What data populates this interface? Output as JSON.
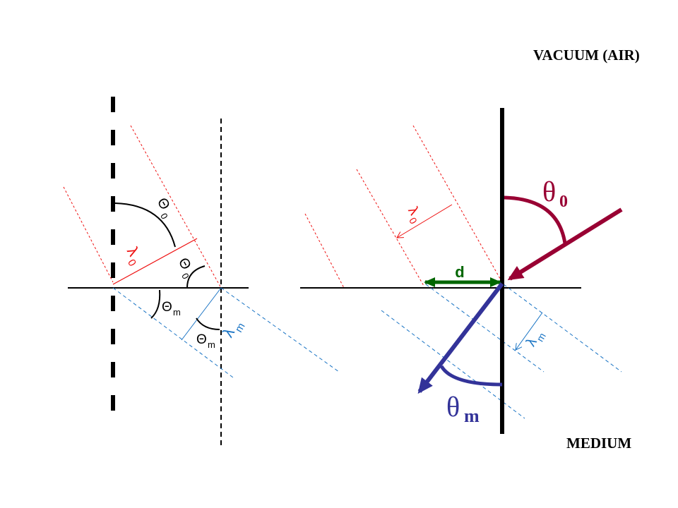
{
  "labels": {
    "vacuum": "VACUUM (AIR)",
    "medium": "MEDIUM"
  },
  "left_diagram": {
    "theta0_upper": "Θ",
    "theta0_upper_sub": "0",
    "lambda0": "λ",
    "lambda0_sub": "0",
    "theta0_lower": "Θ",
    "theta0_lower_sub": "0",
    "thetam_a": "Θ",
    "thetam_a_sub": "m",
    "thetam_b": "Θ",
    "thetam_b_sub": "m",
    "lambdam": "λ",
    "lambdam_sub": "m"
  },
  "right_diagram": {
    "theta0": "θ",
    "theta0_sub": "0",
    "lambda0": "λ",
    "lambda0_sub": "0",
    "d": "d",
    "lambdam": "λ",
    "lambdam_sub": "m",
    "thetam": "θ",
    "thetam_sub": "m"
  },
  "colors": {
    "red": "#ee1111",
    "blue": "#1a74c4",
    "crimson": "#990033",
    "indigo": "#333399",
    "green": "#006600"
  }
}
